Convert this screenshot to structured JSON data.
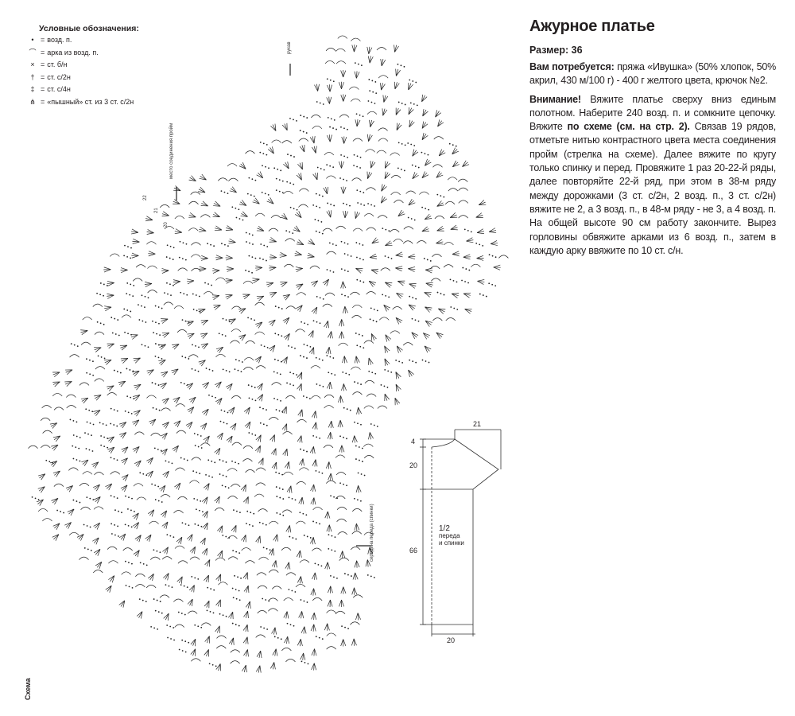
{
  "legend": {
    "title": "Условные обозначения:",
    "items": [
      {
        "icon": "dot-icon",
        "symbol": "•",
        "label": "возд. п."
      },
      {
        "icon": "arc-icon",
        "symbol": "⌒",
        "label": "арка из возд. п."
      },
      {
        "icon": "cross-icon",
        "symbol": "×",
        "label": "ст. б/н"
      },
      {
        "icon": "double-crochet-icon",
        "symbol": "†",
        "label": "ст. с/2н"
      },
      {
        "icon": "quad-crochet-icon",
        "symbol": "‡",
        "label": "ст. с/4н"
      },
      {
        "icon": "puff-stitch-icon",
        "symbol": "⋔",
        "label": "«пышный» ст. из 3 ст. с/2н"
      }
    ]
  },
  "diagram": {
    "sleeve_label": "рукав",
    "armhole_label": "место соединения пройм",
    "center_label": "середина переда (спинки)",
    "row_numbers": [
      "22",
      "21",
      "20"
    ],
    "caption": "Схема"
  },
  "article": {
    "title": "Ажурное платье",
    "size": "Размер: 36",
    "materials_label": "Вам потребуется:",
    "materials_text": " пряжа «Ивушка» (50% хлопок, 50% акрил, 430 м/100 г) - 400 г желтого цвета, крючок №2.",
    "attention_label": "Внимание!",
    "attention_text_1": " Вяжите платье сверху вниз единым полотном. Наберите 240 возд. п. и сомкните цепочку. Вяжите ",
    "attention_bold": "по схеме (см. на стр. 2).",
    "attention_text_2": " Связав 19 рядов, отметьте нитью контрастного цвета места соединения пройм (стрелка на схеме). Далее вяжите по кругу только спинку и перед. Провяжите 1 раз 20-22-й ряды, далее повторяйте 22-й ряд, при этом в 38-м ряду между дорожками (3 ст. с/2н, 2 возд. п., 3 ст. с/2н) вяжите не 2, а 3 возд. п., в 48-м ряду - не 3, а 4 возд. п. На общей высоте 90 см работу закончите. Вырез горловины обвяжите арками из 6 возд. п., затем в каждую арку ввяжите по 10 ст. с/н."
  },
  "pattern_piece": {
    "label_1": "1/2",
    "label_2": "переда",
    "label_3": "и спинки",
    "dims": {
      "neck_depth": "4",
      "armhole": "20",
      "body_length": "66",
      "sleeve_width": "21",
      "half_width": "20"
    }
  }
}
